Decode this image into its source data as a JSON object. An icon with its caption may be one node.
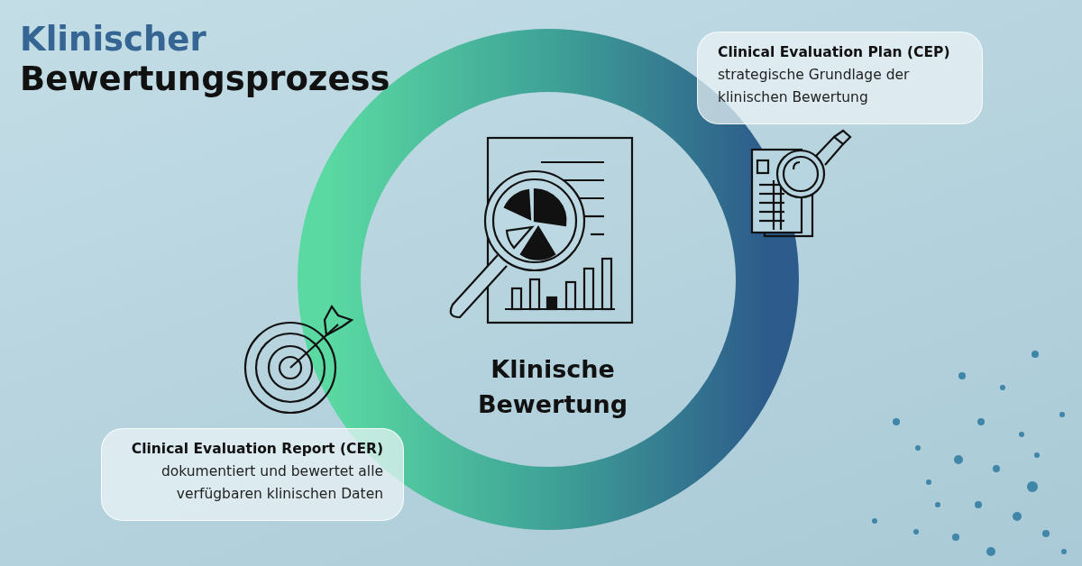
{
  "diagram": {
    "title": "Klinischer Bewertungsprozess",
    "nodes": [
      {
        "text": [
          "Klinische Bewertung"
        ]
      },
      {
        "text": [
          "Clinical Evaluation Plan (CEP)",
          "strategische Grundlage der klinischen Bewertung"
        ]
      },
      {
        "text": [
          "Clinical Evaluation Report (CER)",
          "dokumentiert und bewertet alle verfügbaren klinischen Daten"
        ]
      }
    ],
    "edges": []
  }
}
